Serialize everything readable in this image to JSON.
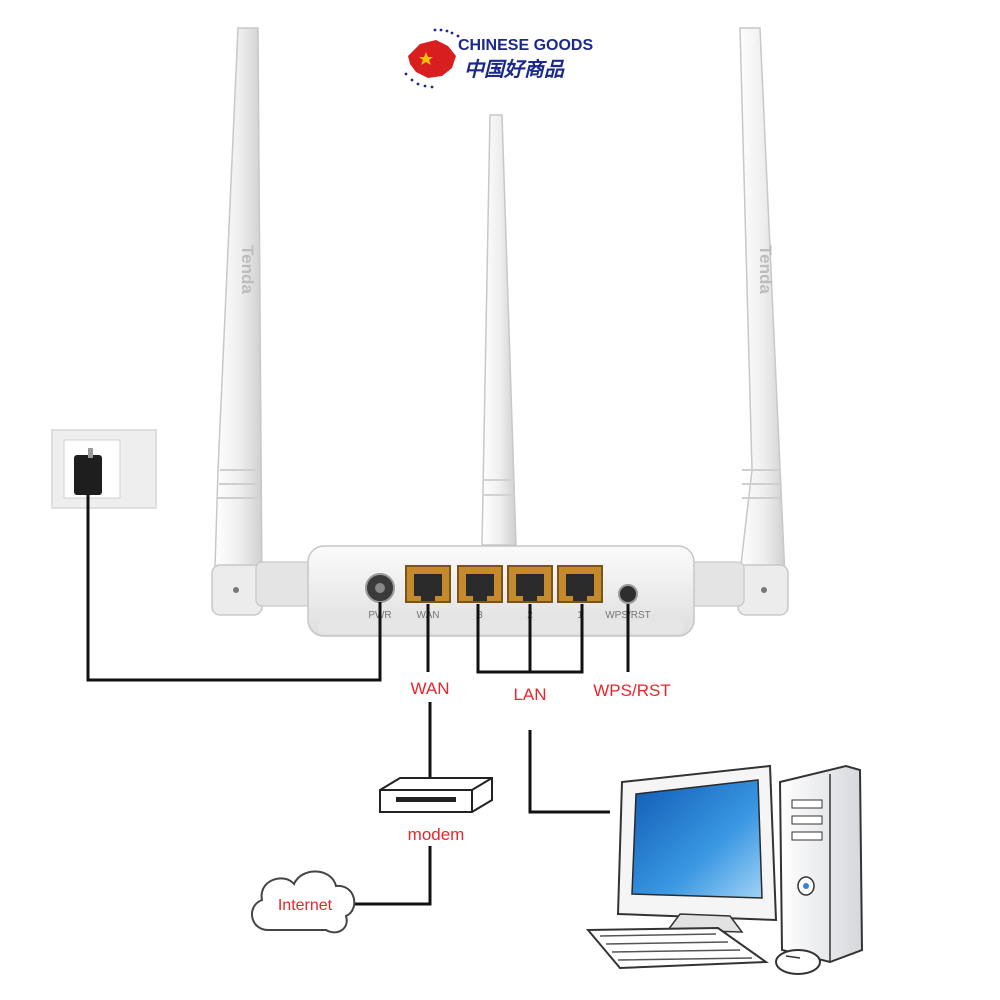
{
  "logo": {
    "text_en": "CHINESE GOODS",
    "text_zh": "中国好商品",
    "colors": {
      "text": "#1b2a8a",
      "map": "#d81e1e",
      "star": "#f5c400"
    }
  },
  "router": {
    "antenna_brand": "Tenda",
    "port_labels": {
      "power": "PWR",
      "wan": "WAN",
      "lan3": "3",
      "lan2": "2",
      "lan1": "1",
      "wps_rst": "WPS/RST"
    }
  },
  "callouts": {
    "wan": "WAN",
    "lan": "LAN",
    "wps_rst": "WPS/RST",
    "modem": "modem",
    "internet": "Internet"
  },
  "colors": {
    "callout_text": "#e8262c",
    "cable": "#111111",
    "device_body": "#f1f1f1",
    "port": "#c58a2b",
    "screen": "#2f86d6"
  }
}
